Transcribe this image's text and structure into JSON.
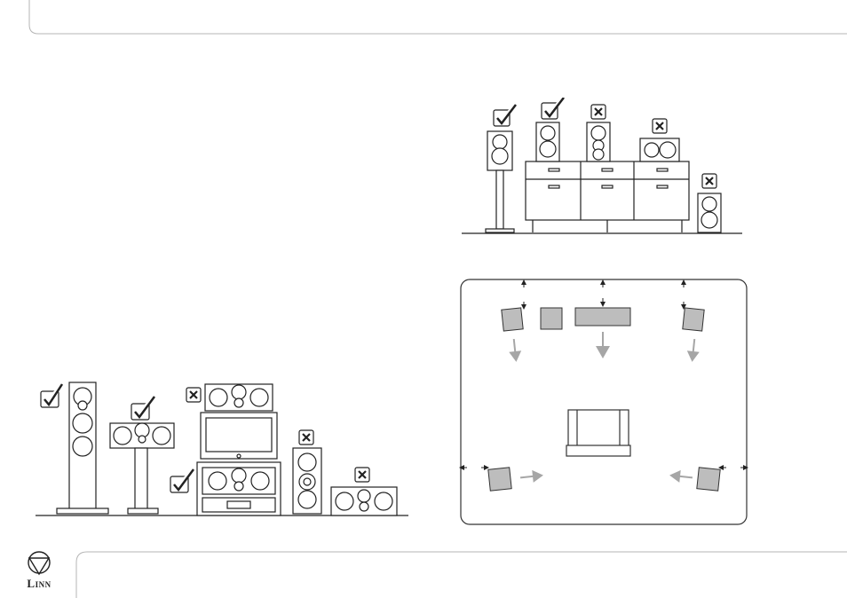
{
  "brand": {
    "name": "LINN",
    "name_first": "L",
    "name_rest": "INN",
    "logo_icon": "linn-triangle-logo-icon"
  },
  "figures": {
    "front_speakers": {
      "marks": [
        "check",
        "check",
        "cross",
        "check",
        "cross",
        "cross"
      ]
    },
    "surround_placement": {
      "marks": [
        "check",
        "check",
        "cross",
        "cross",
        "cross"
      ]
    },
    "room_layout": {
      "colors": {
        "speaker_fill": "#bdbdbd",
        "arrow": "#a6a6a6",
        "outline": "#333333"
      }
    }
  }
}
